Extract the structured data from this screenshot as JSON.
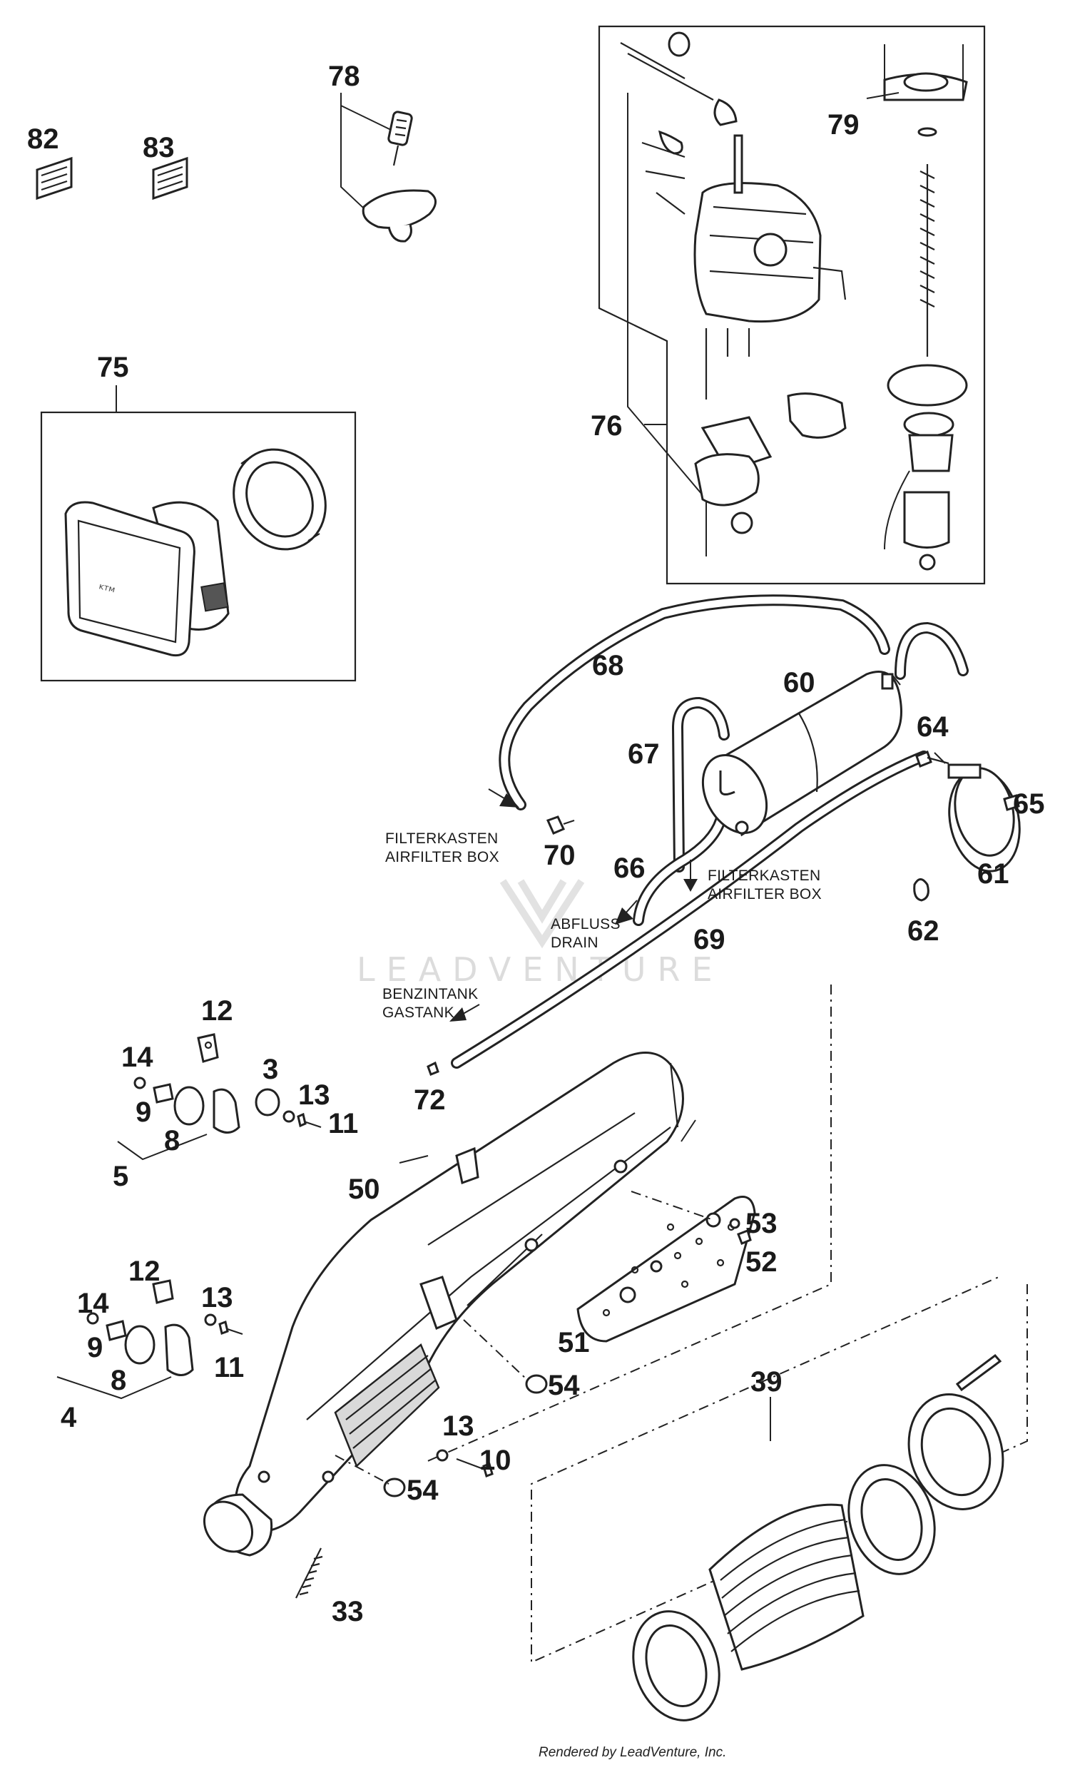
{
  "callouts": [
    {
      "id": "82",
      "text": "82"
    },
    {
      "id": "83",
      "text": "83"
    },
    {
      "id": "78",
      "text": "78"
    },
    {
      "id": "79",
      "text": "79"
    },
    {
      "id": "75",
      "text": "75"
    },
    {
      "id": "76",
      "text": "76"
    },
    {
      "id": "68",
      "text": "68"
    },
    {
      "id": "60",
      "text": "60"
    },
    {
      "id": "67",
      "text": "67"
    },
    {
      "id": "64",
      "text": "64"
    },
    {
      "id": "65",
      "text": "65"
    },
    {
      "id": "70",
      "text": "70"
    },
    {
      "id": "66",
      "text": "66"
    },
    {
      "id": "61",
      "text": "61"
    },
    {
      "id": "62",
      "text": "62"
    },
    {
      "id": "69",
      "text": "69"
    },
    {
      "id": "72",
      "text": "72"
    },
    {
      "id": "12a",
      "text": "12"
    },
    {
      "id": "14a",
      "text": "14"
    },
    {
      "id": "3",
      "text": "3"
    },
    {
      "id": "13a",
      "text": "13"
    },
    {
      "id": "9a",
      "text": "9"
    },
    {
      "id": "11a",
      "text": "11"
    },
    {
      "id": "8a",
      "text": "8"
    },
    {
      "id": "5",
      "text": "5"
    },
    {
      "id": "50",
      "text": "50"
    },
    {
      "id": "53",
      "text": "53"
    },
    {
      "id": "52",
      "text": "52"
    },
    {
      "id": "12b",
      "text": "12"
    },
    {
      "id": "14b",
      "text": "14"
    },
    {
      "id": "13b",
      "text": "13"
    },
    {
      "id": "9b",
      "text": "9"
    },
    {
      "id": "11b",
      "text": "11"
    },
    {
      "id": "8b",
      "text": "8"
    },
    {
      "id": "51",
      "text": "51"
    },
    {
      "id": "4",
      "text": "4"
    },
    {
      "id": "54a",
      "text": "54"
    },
    {
      "id": "39",
      "text": "39"
    },
    {
      "id": "13c",
      "text": "13"
    },
    {
      "id": "10",
      "text": "10"
    },
    {
      "id": "54b",
      "text": "54"
    },
    {
      "id": "33",
      "text": "33"
    }
  ],
  "notes": {
    "filterkasten_left": "FILTERKASTEN",
    "airfilter_left": "AIRFILTER BOX",
    "filterkasten_right": "FILTERKASTEN",
    "airfilter_right": "AIRFILTER BOX",
    "abfluss": "ABFLUSS",
    "drain": "DRAIN",
    "benzintank": "BENZINTANK",
    "gastank": "GASTANK"
  },
  "watermark": "LEADVENTURE",
  "credit": "Rendered by LeadVenture, Inc."
}
